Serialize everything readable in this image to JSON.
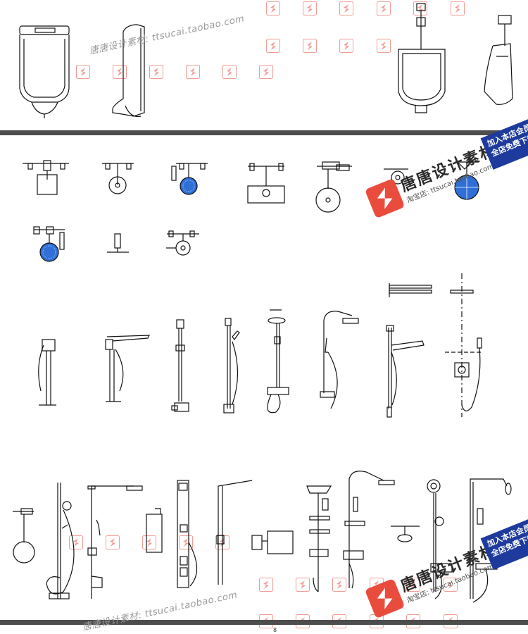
{
  "watermark": {
    "handle_text": "唐唐设计素材: ttsucai.taobao.com",
    "brand_name": "唐唐设计素材",
    "shop_label": "淘宝店: ttsucai.taobao.com",
    "promo_line1": "加入本店会员",
    "promo_line2": "全店免费下载",
    "brand_red": "#e94c3d",
    "promo_blue": "#1e3a9c",
    "tile_color": "#e94c3d"
  },
  "colors": {
    "line": "#111111",
    "divider": "#4d4d4d",
    "spray_blue": "#2f6fd6"
  },
  "footer_mark": "8"
}
